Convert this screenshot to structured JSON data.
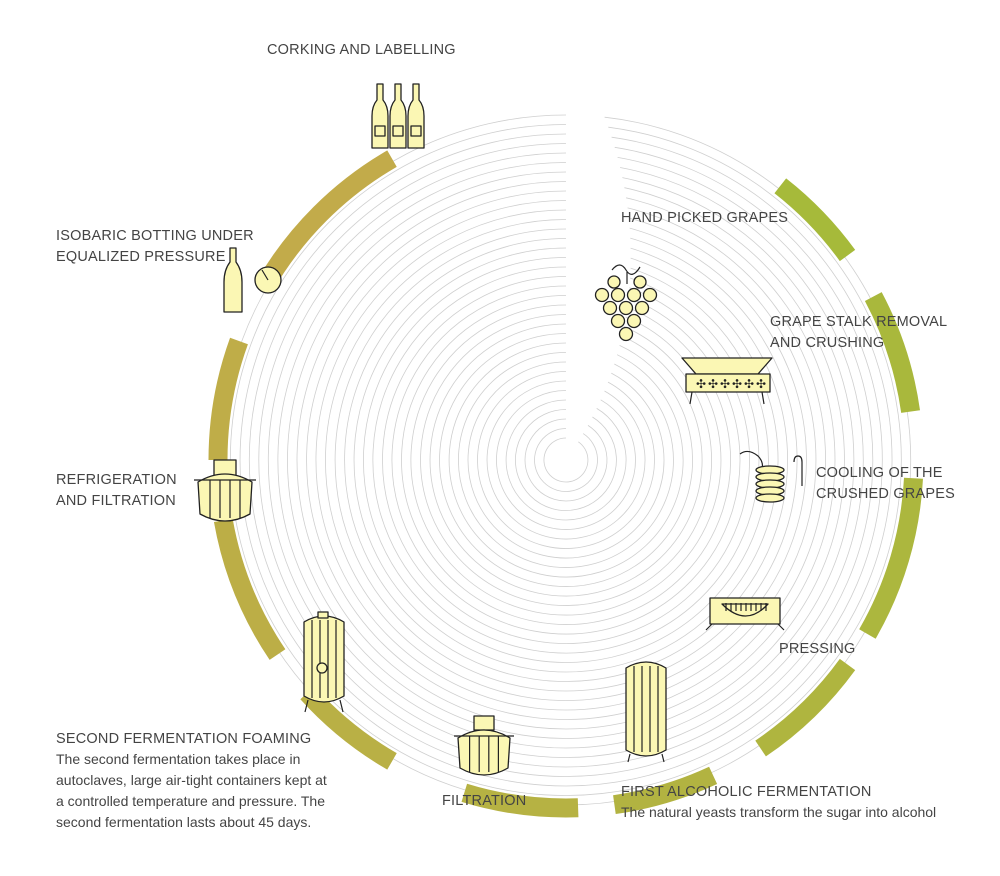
{
  "steps": [
    {
      "id": "hand-picked",
      "label": [
        "HAND PICKED GRAPES"
      ]
    },
    {
      "id": "stalk-removal",
      "label": [
        "GRAPE STALK REMOVAL",
        "AND CRUSHING"
      ]
    },
    {
      "id": "cooling",
      "label": [
        "COOLING OF THE",
        "CRUSHED GRAPES"
      ]
    },
    {
      "id": "pressing",
      "label": [
        "PRESSING"
      ]
    },
    {
      "id": "first-fermentation",
      "label": [
        "FIRST ALCOHOLIC FERMENTATION"
      ],
      "description": [
        "The natural yeasts transform the sugar into alcohol"
      ]
    },
    {
      "id": "filtration",
      "label": [
        "FILTRATION"
      ]
    },
    {
      "id": "second-fermentation",
      "label": [
        "SECOND FERMENTATION FOAMING"
      ],
      "description": [
        "The second fermentation takes place in",
        "autoclaves, large air-tight containers kept at",
        "a controlled temperature and pressure. The",
        "second fermentation lasts about 45 days."
      ]
    },
    {
      "id": "refrigeration",
      "label": [
        "REFRIGERATION",
        "AND FILTRATION"
      ]
    },
    {
      "id": "isobaric-bottling",
      "label": [
        "ISOBARIC BOTTING UNDER",
        "EQUALIZED PRESSURE"
      ]
    },
    {
      "id": "corking",
      "label": [
        "CORKING AND LABELLING"
      ]
    }
  ],
  "colors": {
    "text": "#444444",
    "ring": "#cfcfcf",
    "icon_fill": "#fbf7b4",
    "arc_start": "#a6ba3a",
    "arc_end": "#c2ab4a"
  }
}
